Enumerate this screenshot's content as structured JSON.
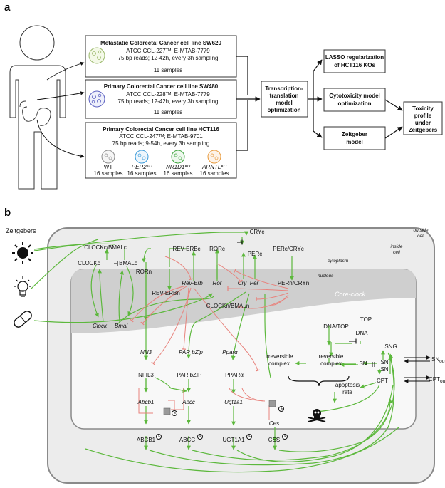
{
  "panel_a": {
    "label": "a",
    "cell_lines": [
      {
        "title": "Metastatic Colorectal Cancer cell line SW620",
        "id": "ATCC CCL-227ᵀᴹ; E-MTAB-7779",
        "reads": "75 bp reads; 12-42h, every 3h sampling",
        "samples": "11 samples"
      },
      {
        "title": "Primary Colorectal Cancer cell line SW480",
        "id": "ATCC CCL-228ᵀᴹ; E-MTAB-7779",
        "reads": "75 bp reads; 12-42h, every 3h sampling",
        "samples": "11 samples"
      },
      {
        "title": "Primary Colorectal Cancer cell line HCT116",
        "id": "ATCC CCL-247ᵀᴹ; E-MTAB-9701",
        "reads": "75 bp reads; 9-54h, every 3h sampling"
      }
    ],
    "hct116_variants": [
      {
        "name": "WT",
        "samples": "16 samples",
        "color": "#8c8c8c"
      },
      {
        "name": "PER2ᴷᴼ",
        "samples": "16 samples",
        "color": "#3a9ad9"
      },
      {
        "name": "NR1D1ᴷᴼ",
        "samples": "16 samples",
        "color": "#3aa33a"
      },
      {
        "name": "ARNTLᴷᴼ",
        "samples": "16 samples",
        "color": "#e89a3c"
      }
    ],
    "flow": {
      "tt_model": [
        "Transcription-",
        "translation",
        "model",
        "optimization"
      ],
      "lasso": [
        "LASSO regularization",
        "of HCT116 KOs"
      ],
      "cytotox": [
        "Cytotoxicity model",
        "optimization"
      ],
      "zeitgeber": [
        "Zeitgeber",
        "model"
      ],
      "toxicity": [
        "Toxicity",
        "profile",
        "under",
        "Zeitgebers"
      ]
    }
  },
  "panel_b": {
    "label": "b",
    "zeitgebers": "Zeitgebers",
    "compartments": {
      "outside": [
        "outside",
        "cell"
      ],
      "inside": [
        "inside",
        "cell"
      ],
      "cytoplasm": "cytoplasm",
      "nucleus": "nucleus",
      "core_clock": "Core-clock"
    },
    "cytoplasm_nodes": {
      "clock_bmal_c": "CLOCKc/BMALc",
      "clockc": "CLOCKc",
      "bmalc": "BMALc",
      "rev_erbc": "REV-ERBc",
      "rorc": "RORc",
      "cryc": "CRYc",
      "perc": "PERc",
      "per_cry_c": "PERc/CRYc"
    },
    "nucleus_nodes": {
      "rorn": "RORn",
      "rev_erbn": "REV-ERBn",
      "rev_erb_gene": "Rev-Erb",
      "ror_gene": "Ror",
      "cry_gene": "Cry",
      "per_gene": "Per",
      "per_cry_n": "PERn/CRYn",
      "clock_bmal_n": "CLOCKn/BMALn",
      "clock_gene": "Clock",
      "bmal_gene": "Bmal",
      "nfil3_gene": "Nfil3",
      "par_bzip_gene": "PAR bZip",
      "ppara_gene": "Pparα",
      "nfil3": "NFIL3",
      "par_bzip": "PAR bZIP",
      "ppara": "PPARα",
      "abcb1_gene": "Abcb1",
      "abcc_gene": "Abcc",
      "ugt1a1_gene": "Ugt1a1",
      "ces_gene": "Ces"
    },
    "drug_nodes": {
      "top": "TOP",
      "dna_top": "DNA/TOP",
      "dna": "DNA",
      "irreversible": [
        "irreversible",
        "complex"
      ],
      "reversible": [
        "reversible",
        "complex"
      ],
      "sn_nuc": "SN",
      "sng": "SNG",
      "sn": "SN",
      "sn2": "SN",
      "cpt": "CPT",
      "apoptosis": [
        "apoptosis",
        "rate"
      ]
    },
    "proteins": {
      "abcb1": "ABCB1",
      "abcc": "ABCC",
      "ugt1a1": "UGT1A1",
      "ces": "CES"
    },
    "external": {
      "sn_out": "SN",
      "sn_out_sub": "out",
      "cpt_out": "CPT",
      "cpt_out_sub": "out"
    },
    "colors": {
      "activation": "#5cb83c",
      "inhibition": "#e8827c",
      "cell_fill": "#ececec",
      "nucleus_fill": "#f8f8f8",
      "core_clock_fill": "#cfcfcf"
    }
  }
}
